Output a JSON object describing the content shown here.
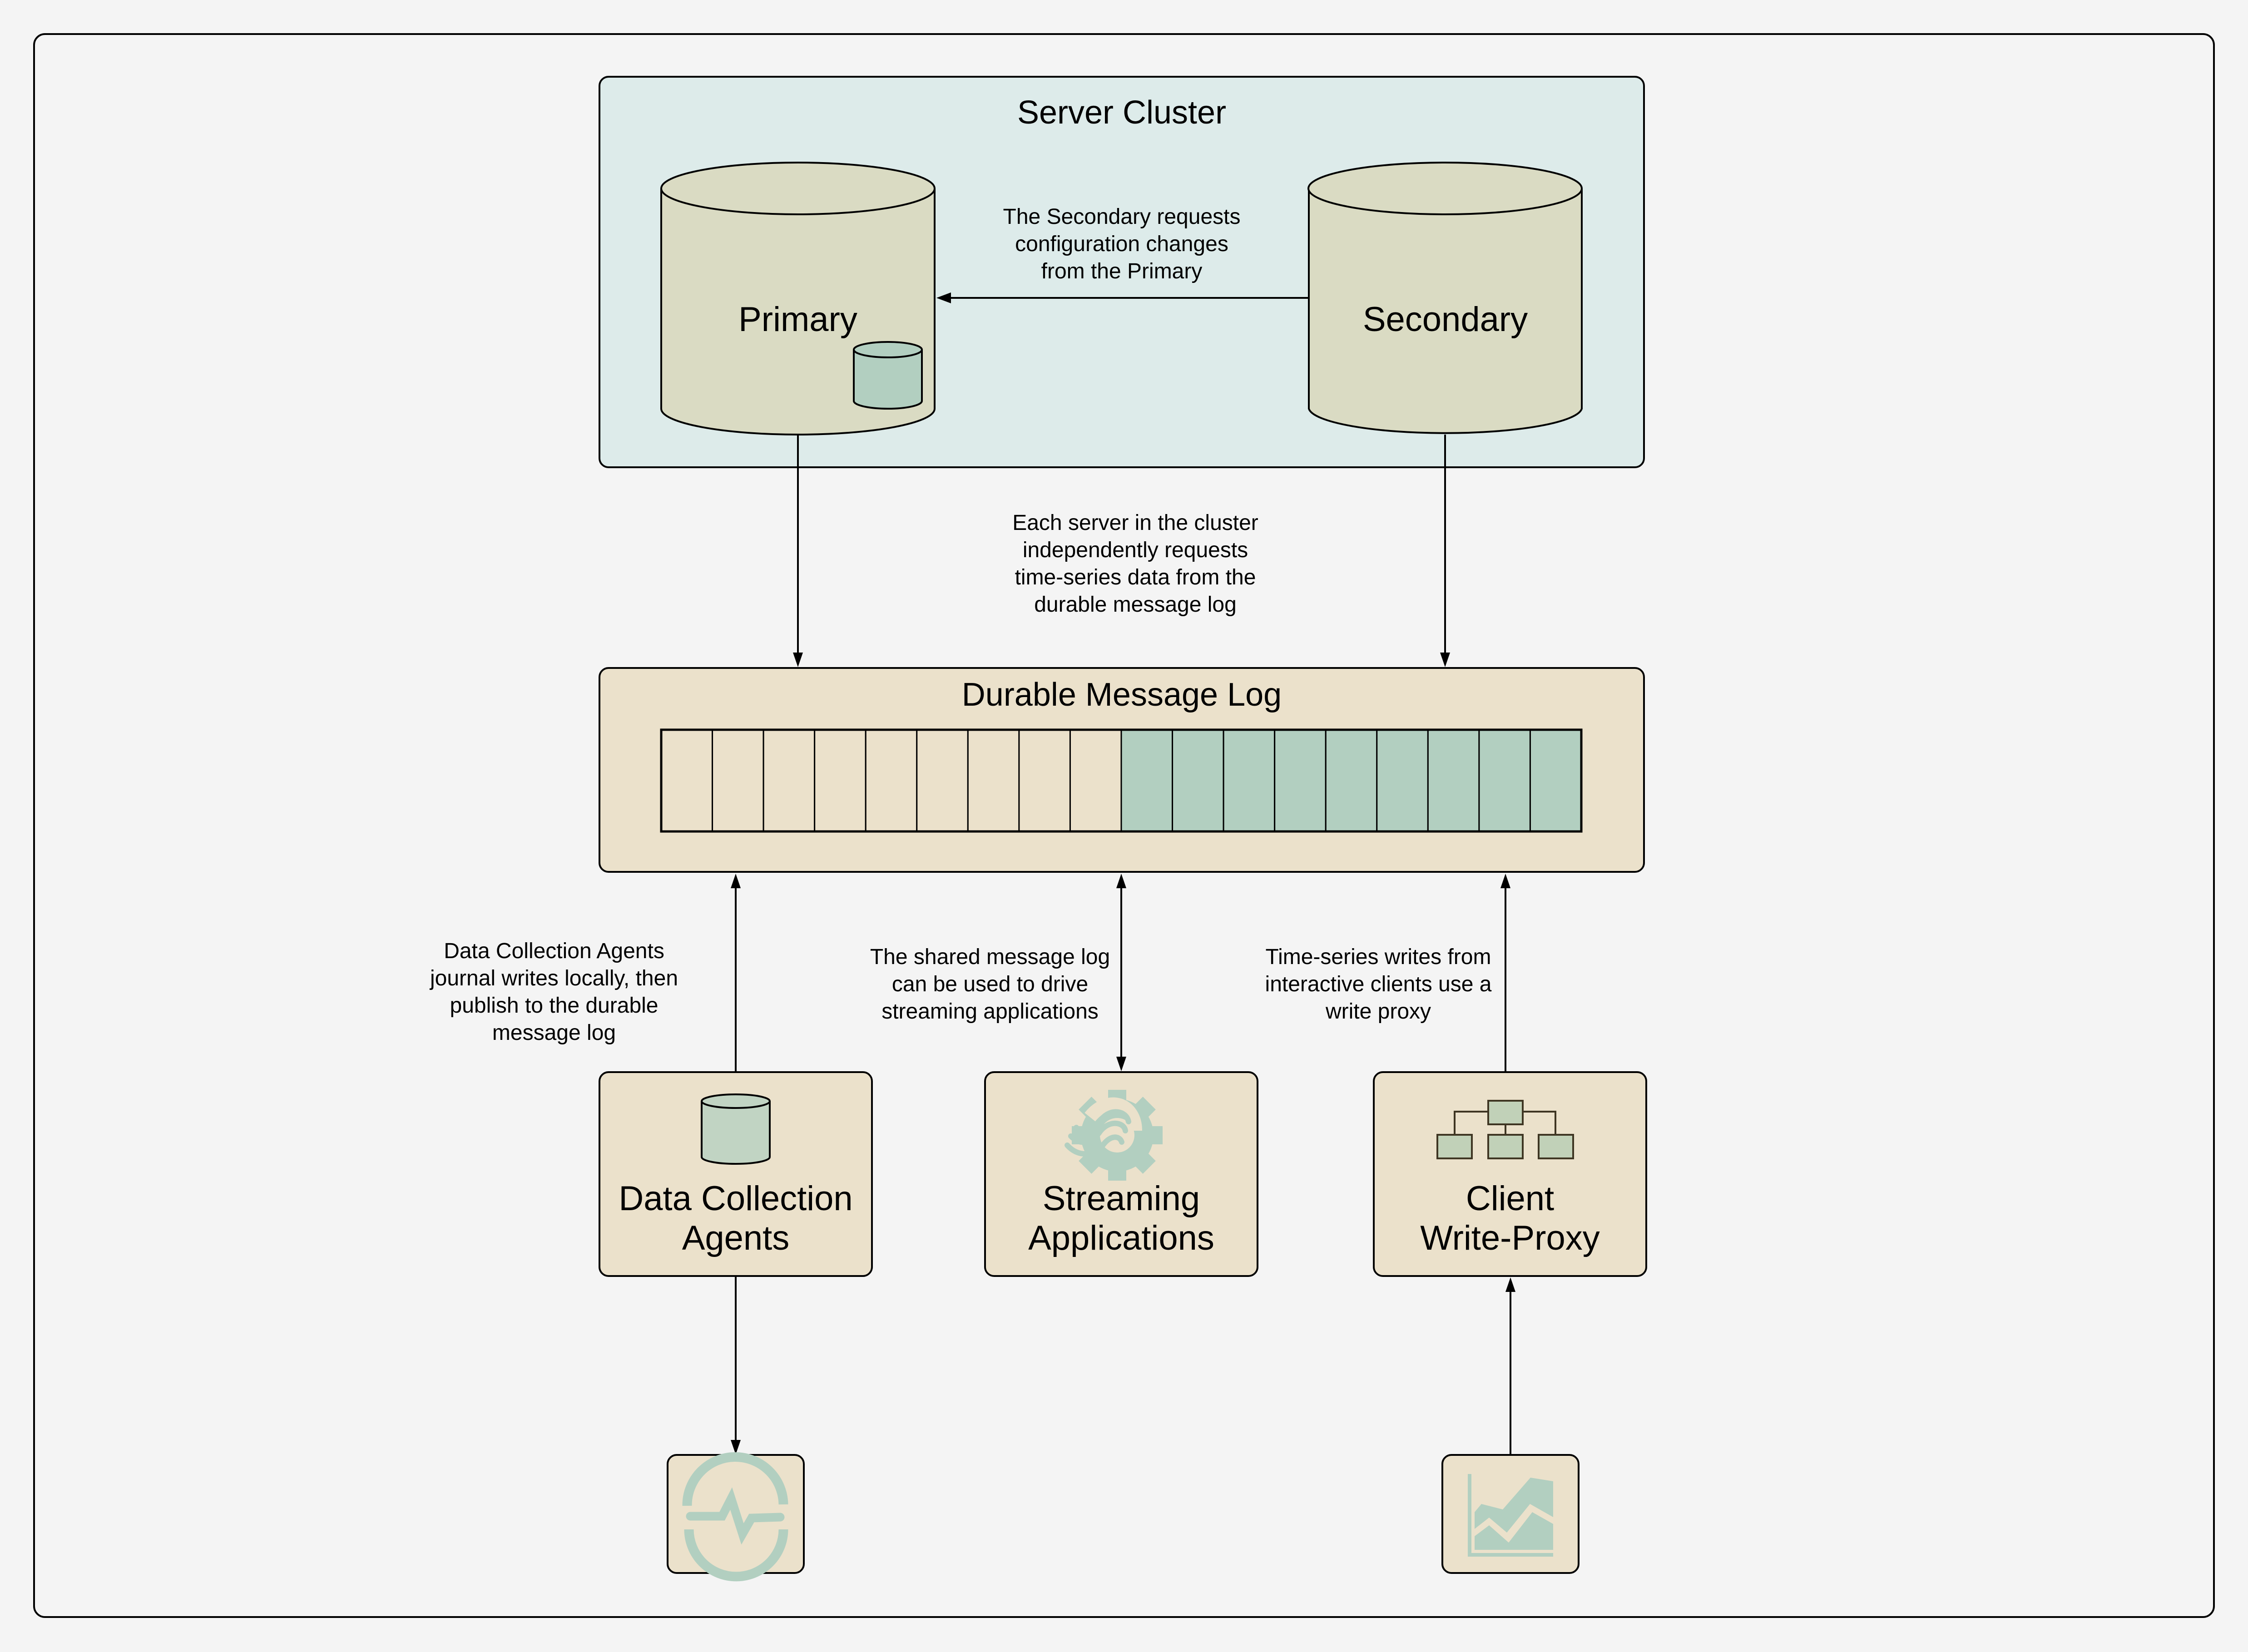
{
  "colors": {
    "background": "#f4f4f4",
    "cluster_fill": "#ddebea",
    "cylinder_fill": "#dadbc3",
    "box_fill": "#ebe1cb",
    "accent_green": "#b2cfc0",
    "icon_green": "#c1d1bb",
    "stroke": "#000000"
  },
  "server_cluster": {
    "title": "Server Cluster",
    "primary_label": "Primary",
    "secondary_label": "Secondary",
    "config_note": "The Secondary requests\nconfiguration changes\nfrom the Primary"
  },
  "cluster_to_log_note": "Each server in the cluster\nindependently requests\ntime-series data from the\ndurable message log",
  "message_log": {
    "title": "Durable Message Log",
    "cells": [
      "empty",
      "empty",
      "empty",
      "empty",
      "empty",
      "empty",
      "empty",
      "empty",
      "empty",
      "filled",
      "filled",
      "filled",
      "filled",
      "filled",
      "filled",
      "filled",
      "filled",
      "filled"
    ]
  },
  "notes": {
    "agents": "Data Collection Agents\njournal writes locally, then\npublish to the durable\nmessage log",
    "streaming": "The shared message log\ncan be used to drive\nstreaming applications",
    "proxy": "Time-series writes from\ninteractive clients use a\nwrite proxy"
  },
  "components": {
    "agents": {
      "label": "Data Collection\nAgents",
      "icon": "database-icon"
    },
    "streaming": {
      "label": "Streaming\nApplications",
      "icon": "gear-stream-icon"
    },
    "proxy": {
      "label": "Client\nWrite-Proxy",
      "icon": "hierarchy-icon"
    }
  },
  "sources": {
    "monitor": {
      "icon": "heartbeat-monitor-icon"
    },
    "chart": {
      "icon": "area-chart-icon"
    }
  }
}
